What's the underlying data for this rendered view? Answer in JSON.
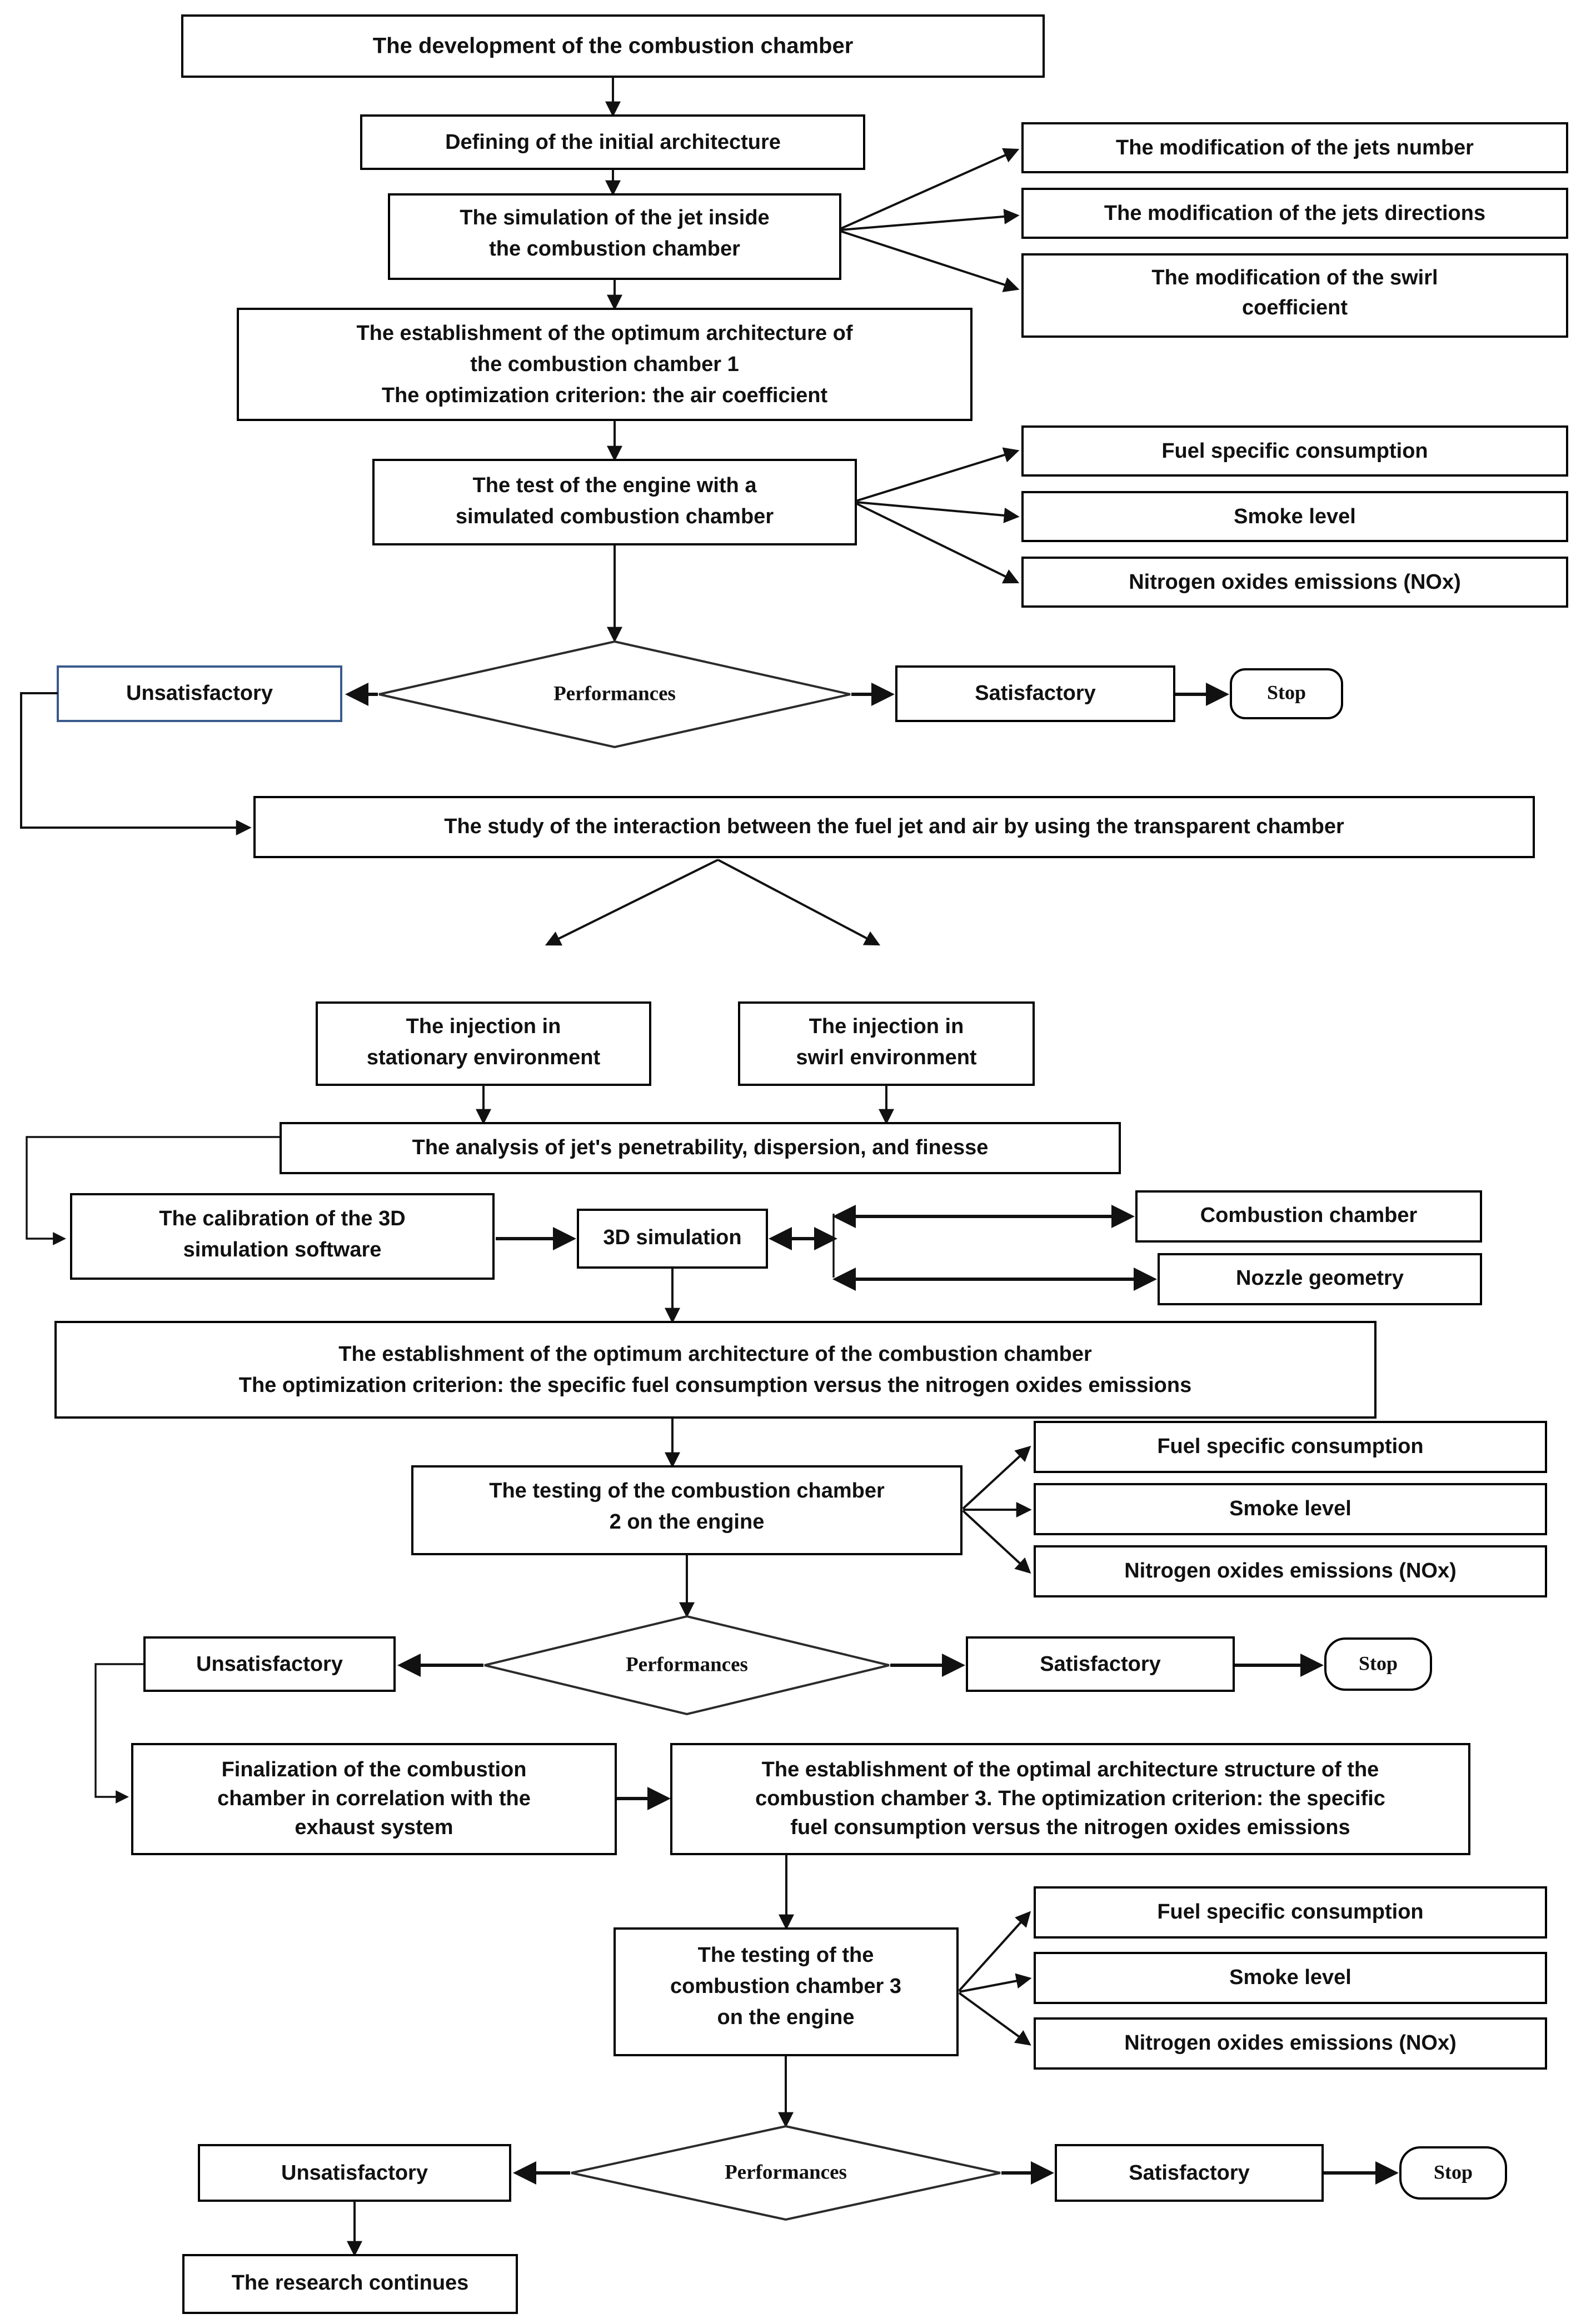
{
  "diagram": {
    "title": "The development of the combustion chamber",
    "type": "flowchart"
  },
  "stage1": {
    "start": "The development of the combustion chamber",
    "define": "Defining of the initial architecture",
    "simulation_line1": "The simulation of the jet inside",
    "simulation_line2": "the combustion chamber",
    "mod_jets_number": "The modification of the jets number",
    "mod_jets_directions": "The modification of the jets directions",
    "mod_swirl_line1": "The modification of the swirl",
    "mod_swirl_line2": "coefficient",
    "optimum1_line1": "The establishment of the optimum architecture of",
    "optimum1_line2": "the combustion chamber 1",
    "optimum1_line3": "The optimization criterion: the air coefficient",
    "engine_test_line1": "The test of the engine with a",
    "engine_test_line2": "simulated combustion chamber",
    "out_fuel": "Fuel specific consumption",
    "out_smoke": "Smoke level",
    "out_nox": "Nitrogen oxides emissions (NOx)",
    "decision": "Performances",
    "unsatisfactory": "Unsatisfactory",
    "satisfactory": "Satisfactory",
    "stop": "Stop",
    "transparent_chamber": "The study of the interaction between the fuel jet and air by using the transparent chamber"
  },
  "stage2": {
    "inj_stationary_line1": "The injection in",
    "inj_stationary_line2": "stationary environment",
    "inj_swirl_line1": "The injection in",
    "inj_swirl_line2": "swirl environment",
    "analysis": "The analysis of jet's penetrability, dispersion, and finesse",
    "calibration_line1": "The calibration of the 3D",
    "calibration_line2": "simulation software",
    "sim3d": "3D simulation",
    "combustion_chamber": "Combustion chamber",
    "nozzle_geometry": "Nozzle geometry",
    "optimum2_line1": "The establishment of the optimum architecture of the combustion chamber",
    "optimum2_line2": "The optimization criterion: the specific fuel consumption versus the nitrogen oxides emissions",
    "testing2_line1": "The testing of the combustion chamber",
    "testing2_line2": "2 on the engine",
    "out_fuel": "Fuel specific consumption",
    "out_smoke": "Smoke level",
    "out_nox": "Nitrogen oxides emissions (NOx)",
    "decision": "Performances",
    "unsatisfactory": "Unsatisfactory",
    "satisfactory": "Satisfactory",
    "stop": "Stop"
  },
  "stage3": {
    "finalization_line1": "Finalization of the combustion",
    "finalization_line2": "chamber in correlation with the",
    "finalization_line3": "exhaust system",
    "optimal3_line1": "The establishment of the optimal architecture structure of the",
    "optimal3_line2": "combustion chamber 3. The optimization criterion: the specific",
    "optimal3_line3": "fuel consumption versus the nitrogen oxides emissions",
    "testing3_line1": "The testing of the",
    "testing3_line2": "combustion chamber 3",
    "testing3_line3": "on the engine",
    "out_fuel": "Fuel specific consumption",
    "out_smoke": "Smoke level",
    "out_nox": "Nitrogen oxides emissions (NOx)",
    "decision": "Performances",
    "unsatisfactory": "Unsatisfactory",
    "satisfactory": "Satisfactory",
    "stop": "Stop",
    "research_continues": "The research continues"
  },
  "colors": {
    "stroke": "#000000",
    "accent_blue": "#3a5a8c",
    "text": "#111111",
    "background": "#ffffff"
  }
}
